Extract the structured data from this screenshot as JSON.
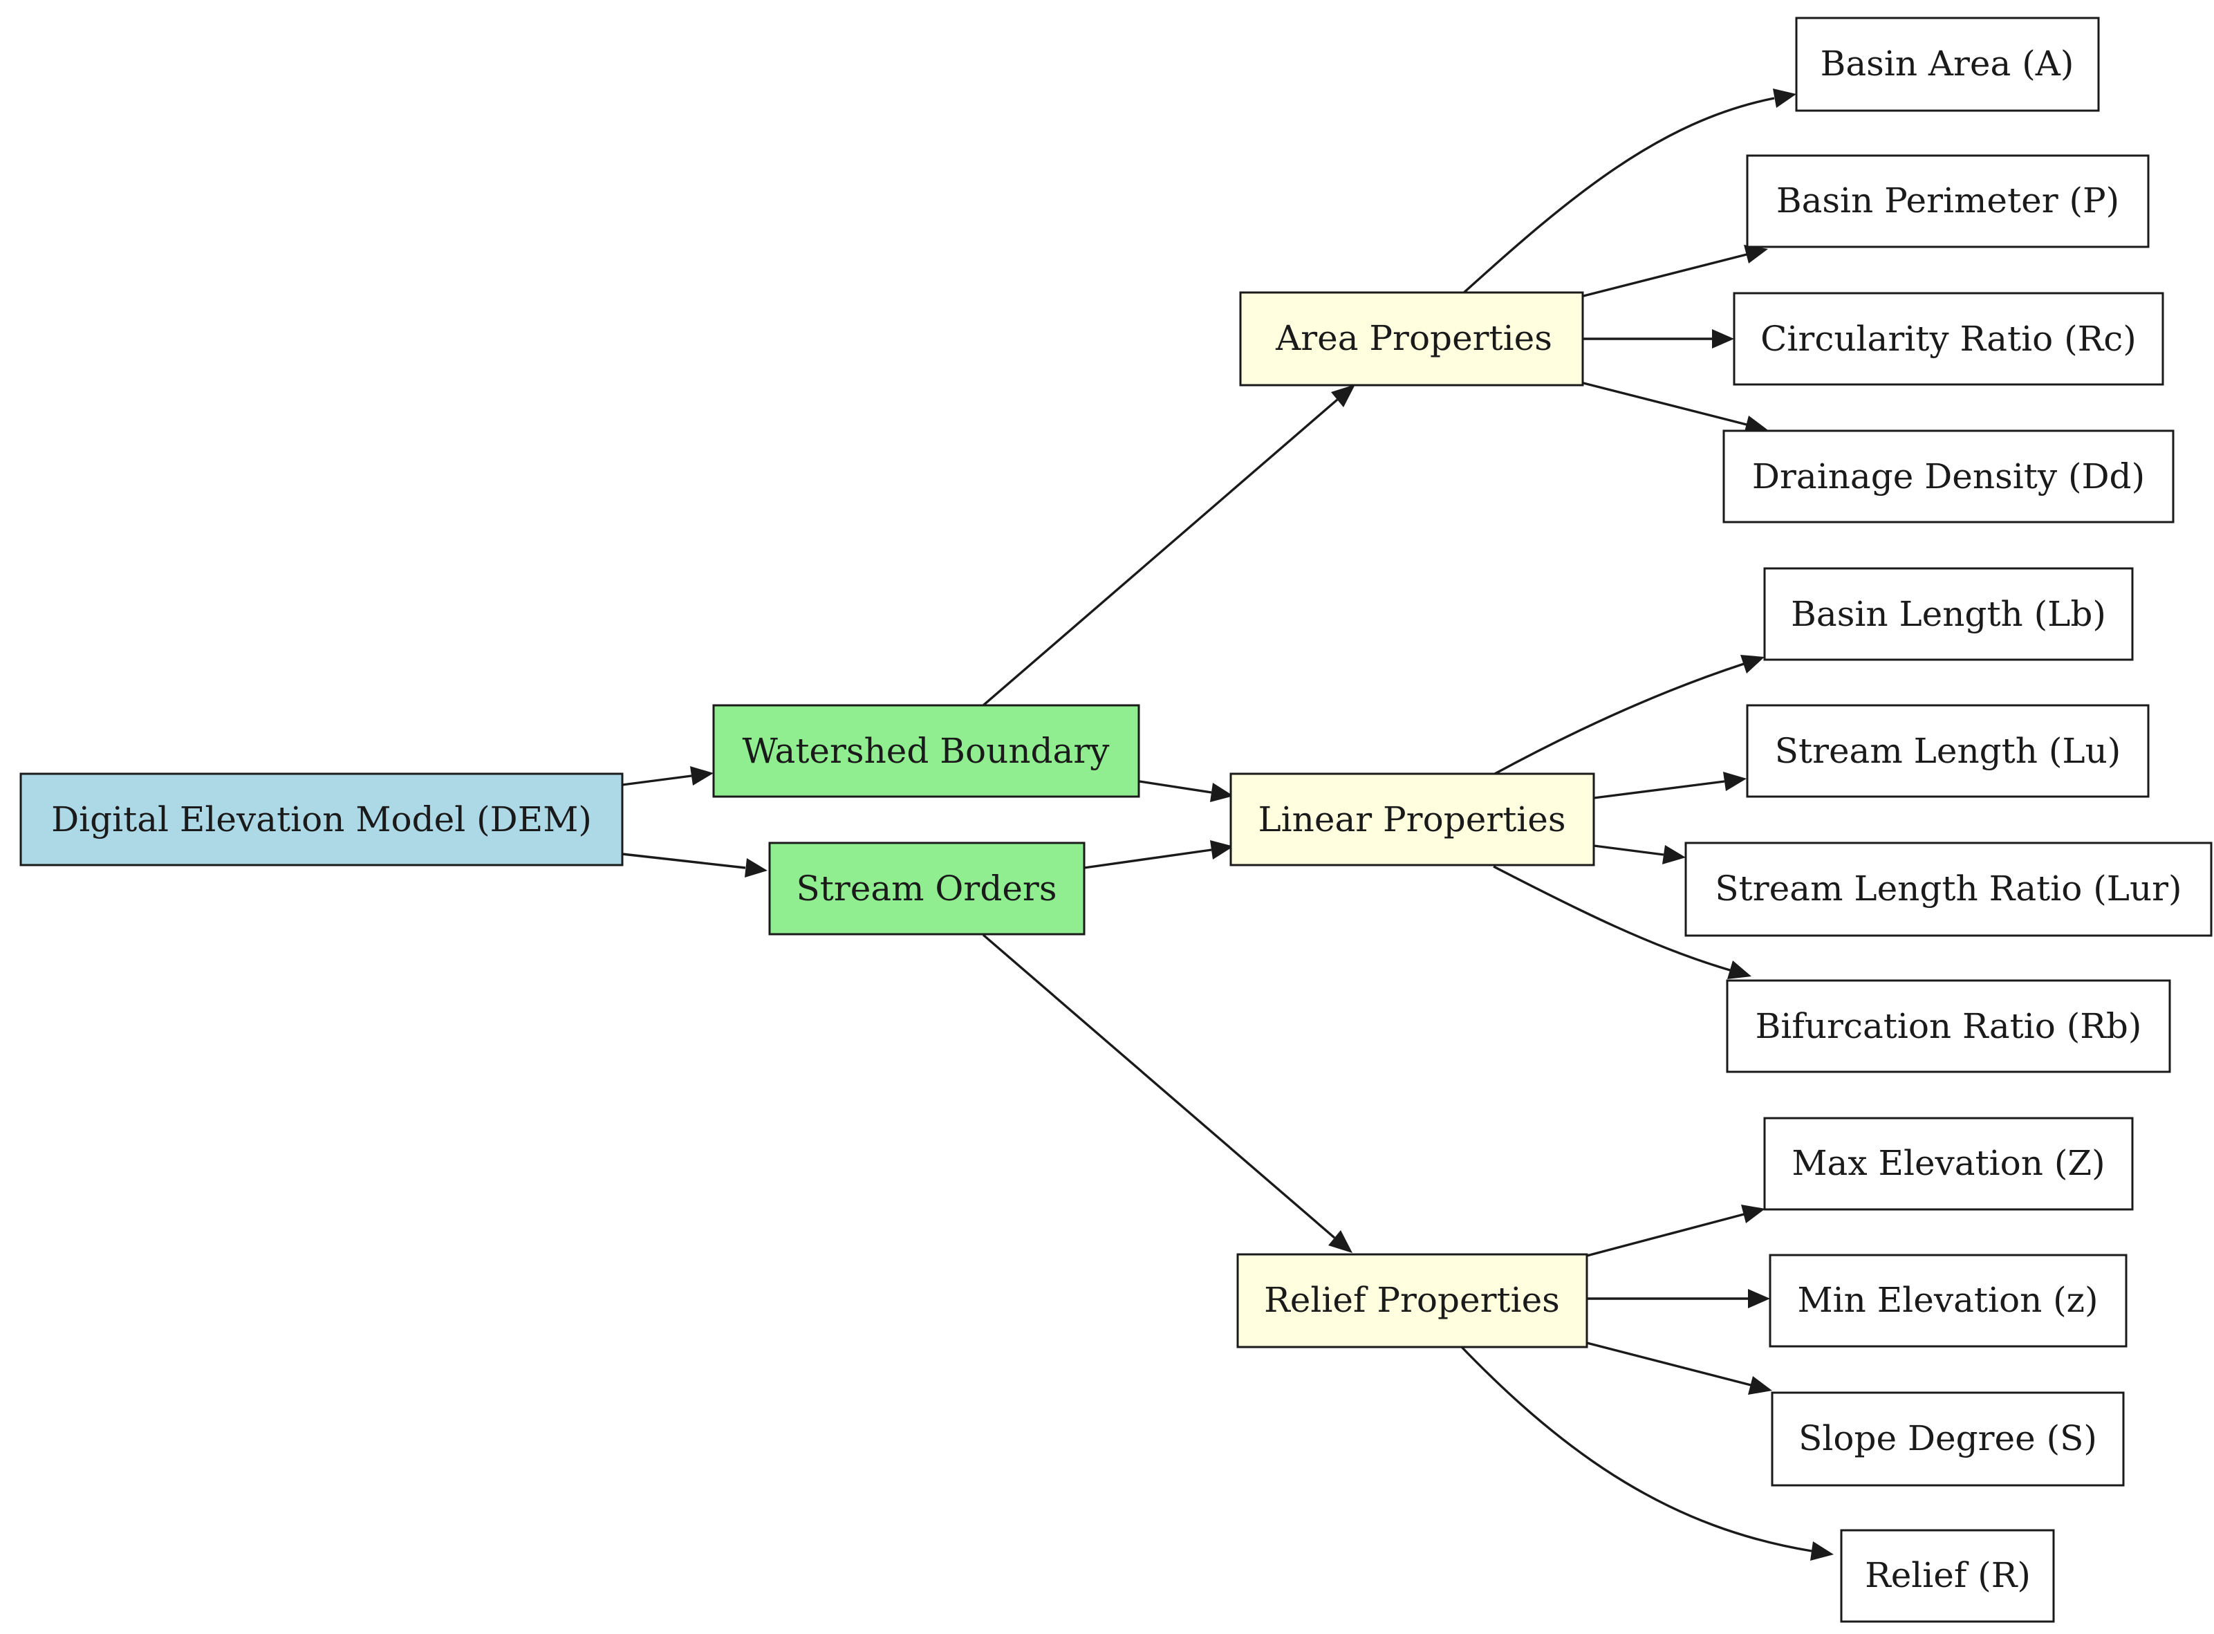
{
  "diagram": {
    "nodes": {
      "dem": {
        "label": "Digital Elevation Model (DEM)",
        "color": "#add8e6"
      },
      "watershed": {
        "label": "Watershed Boundary",
        "color": "#90ee90"
      },
      "stream_orders": {
        "label": "Stream Orders",
        "color": "#90ee90"
      },
      "area": {
        "label": "Area Properties",
        "color": "#ffffe0"
      },
      "linear": {
        "label": "Linear Properties",
        "color": "#ffffe0"
      },
      "relief": {
        "label": "Relief Properties",
        "color": "#ffffe0"
      },
      "basin_area": {
        "label": "Basin Area (A)",
        "color": "#ffffff"
      },
      "basin_perimeter": {
        "label": "Basin Perimeter (P)",
        "color": "#ffffff"
      },
      "circularity_ratio": {
        "label": "Circularity Ratio (Rc)",
        "color": "#ffffff"
      },
      "drainage_density": {
        "label": "Drainage Density (Dd)",
        "color": "#ffffff"
      },
      "basin_length": {
        "label": "Basin Length (Lb)",
        "color": "#ffffff"
      },
      "stream_length": {
        "label": "Stream Length (Lu)",
        "color": "#ffffff"
      },
      "stream_length_ratio": {
        "label": "Stream Length Ratio (Lur)",
        "color": "#ffffff"
      },
      "bifurcation_ratio": {
        "label": "Bifurcation Ratio (Rb)",
        "color": "#ffffff"
      },
      "max_elevation": {
        "label": "Max Elevation (Z)",
        "color": "#ffffff"
      },
      "min_elevation": {
        "label": "Min Elevation (z)",
        "color": "#ffffff"
      },
      "slope_degree": {
        "label": "Slope Degree (S)",
        "color": "#ffffff"
      },
      "relief_r": {
        "label": "Relief (R)",
        "color": "#ffffff"
      }
    },
    "edges": [
      [
        "dem",
        "watershed"
      ],
      [
        "dem",
        "stream_orders"
      ],
      [
        "watershed",
        "area"
      ],
      [
        "watershed",
        "linear"
      ],
      [
        "stream_orders",
        "linear"
      ],
      [
        "stream_orders",
        "relief"
      ],
      [
        "area",
        "basin_area"
      ],
      [
        "area",
        "basin_perimeter"
      ],
      [
        "area",
        "circularity_ratio"
      ],
      [
        "area",
        "drainage_density"
      ],
      [
        "linear",
        "basin_length"
      ],
      [
        "linear",
        "stream_length"
      ],
      [
        "linear",
        "stream_length_ratio"
      ],
      [
        "linear",
        "bifurcation_ratio"
      ],
      [
        "relief",
        "max_elevation"
      ],
      [
        "relief",
        "min_elevation"
      ],
      [
        "relief",
        "slope_degree"
      ],
      [
        "relief",
        "relief_r"
      ]
    ]
  }
}
